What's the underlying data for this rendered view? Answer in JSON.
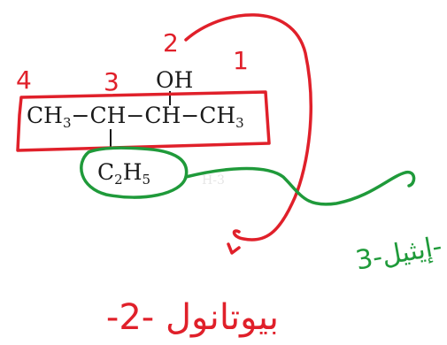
{
  "formula": {
    "chain": {
      "c4": "CH",
      "c4_sub": "3",
      "b1": "−",
      "c3": "CH",
      "b2": "−",
      "c2": "CH",
      "b3": "−",
      "c1": "CH",
      "c1_sub": "3"
    },
    "hydroxyl": "OH",
    "ethyl": {
      "c": "C",
      "c_sub": "2",
      "h": "H",
      "h_sub": "5"
    },
    "faint_text": "H-3"
  },
  "annotations": {
    "numbers": [
      "4",
      "3",
      "2",
      "1"
    ],
    "arabic_main": "-2- بيوتانول",
    "arabic_ethyl": "3-إيثيل-",
    "colors": {
      "red": "#e0202a",
      "green": "#1f9a3a"
    }
  }
}
